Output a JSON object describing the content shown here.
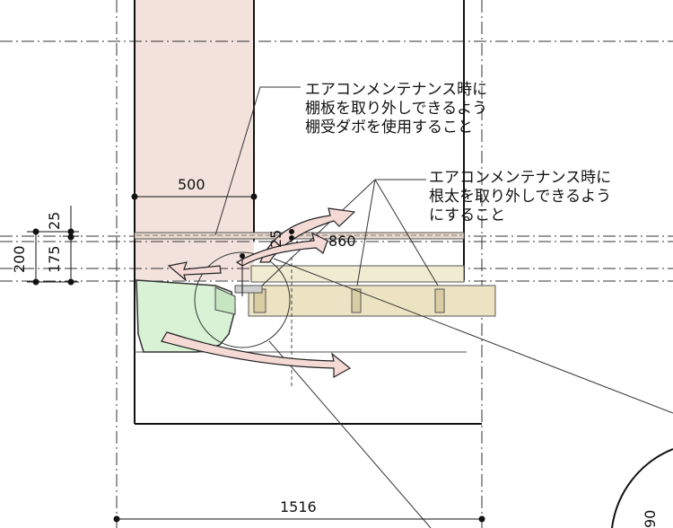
{
  "notes": {
    "shelf_board": [
      "エアコンメンテナンス時に",
      "棚板を取り外しできるよう",
      "棚受ダボを使用すること"
    ],
    "joist": [
      "エアコンメンテナンス時に",
      "根太を取り外しできるよう",
      "にすること"
    ]
  },
  "dimensions": {
    "d500": "500",
    "d25_a": "25",
    "d25_b": "25",
    "d860": "860",
    "d200": "200",
    "d175": "175",
    "d1516": "1516",
    "d90_partial": "90"
  },
  "colors": {
    "wall_fill": "#f3e2dc",
    "unit_fill": "#d9f2d6",
    "board_fill": "#f1ecd1",
    "joist_fill": "#ece3c3",
    "arrow_fill": "#f4d9d5",
    "line": "#111111"
  }
}
